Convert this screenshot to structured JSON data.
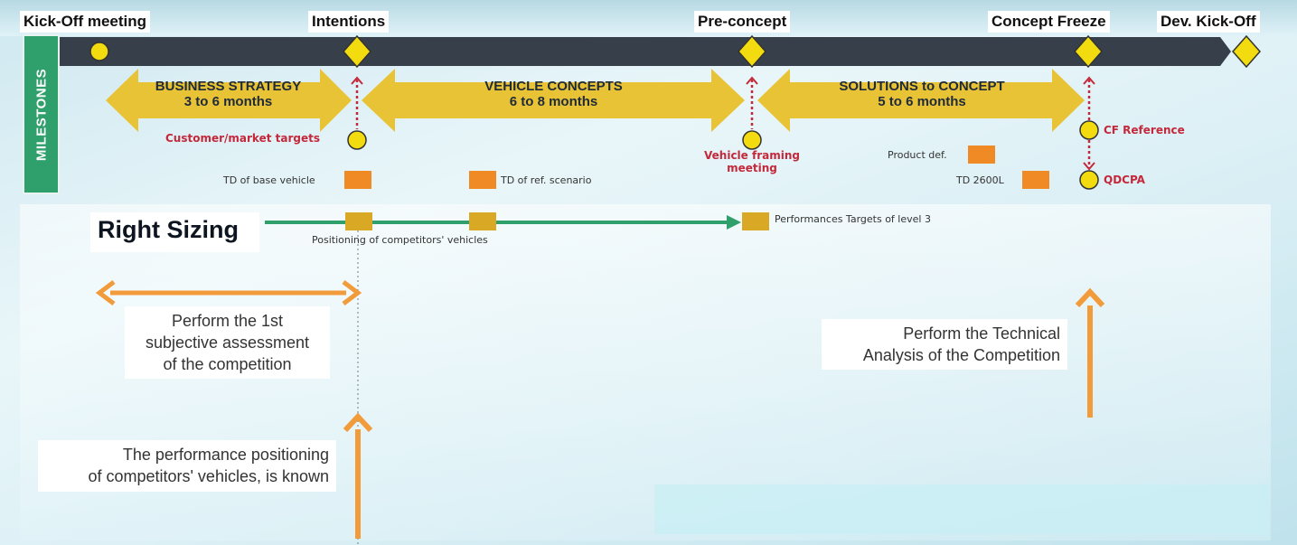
{
  "milestones_label": "MILESTONES",
  "milestones": [
    {
      "id": "kickoff",
      "label": "Kick-Off meeting",
      "marker": "circle"
    },
    {
      "id": "intentions",
      "label": "Intentions",
      "marker": "diamond"
    },
    {
      "id": "preconcept",
      "label": "Pre-concept",
      "marker": "diamond"
    },
    {
      "id": "freeze",
      "label": "Concept Freeze",
      "marker": "diamond"
    },
    {
      "id": "devkickoff",
      "label": "Dev. Kick-Off",
      "marker": "diamond"
    }
  ],
  "phases": [
    {
      "title": "BUSINESS STRATEGY",
      "duration": "3 to 6 months"
    },
    {
      "title": "VEHICLE CONCEPTS",
      "duration": "6 to 8 months"
    },
    {
      "title": "SOLUTIONS to CONCEPT",
      "duration": "5 to 6 months"
    }
  ],
  "red_labels": {
    "customer_targets": "Customer/market targets",
    "vehicle_framing_1": "Vehicle framing",
    "vehicle_framing_2": "meeting",
    "cf_reference": "CF Reference",
    "qdcpa": "QDCPA"
  },
  "documents": {
    "td_base": "TD of base vehicle",
    "td_ref": "TD of ref. scenario",
    "product_def": "Product def.",
    "td_2600l": "TD 2600L"
  },
  "right_sizing": {
    "title": "Right Sizing",
    "positioning": "Positioning of competitors' vehicles",
    "targets": "Performances Targets of level 3"
  },
  "notes": {
    "subjective_1": "Perform the 1st",
    "subjective_2": "subjective assessment",
    "subjective_3": "of the competition",
    "technical_1": "Perform the Technical",
    "technical_2": "Analysis of the Competition",
    "known_1": "The performance positioning",
    "known_2": "of competitors' vehicles, is known"
  },
  "colors": {
    "timeline_bar": "#37404a",
    "milestone_marker": "#f2dc0f",
    "phase_arrow": "#e9c336",
    "green": "#2fa06b",
    "orange_arrow": "#f29b3a",
    "red_text": "#c4283b"
  }
}
